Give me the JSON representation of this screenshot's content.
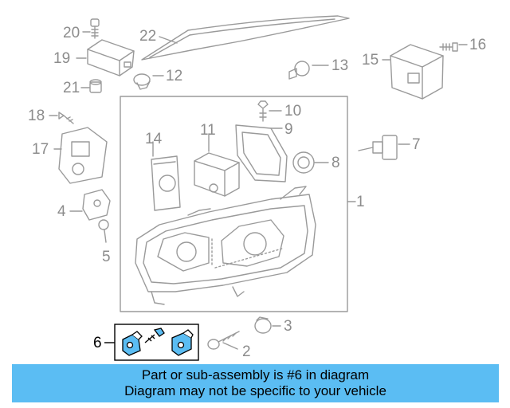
{
  "callouts": {
    "c1": "1",
    "c2": "2",
    "c3": "3",
    "c4": "4",
    "c5": "5",
    "c6": "6",
    "c7": "7",
    "c8": "8",
    "c9": "9",
    "c10": "10",
    "c11": "11",
    "c12": "12",
    "c13": "13",
    "c14": "14",
    "c15": "15",
    "c16": "16",
    "c17": "17",
    "c18": "18",
    "c19": "19",
    "c20": "20",
    "c21": "21",
    "c22": "22"
  },
  "highlighted_part": "6",
  "banner": {
    "line1": "Part or sub-assembly is #6 in diagram",
    "line2": "Diagram may not be specific to your vehicle"
  },
  "colors": {
    "banner_bg": "#5bbdf3",
    "line_art": "#9a9a9a",
    "highlight_fill": "#5bbdf3"
  }
}
